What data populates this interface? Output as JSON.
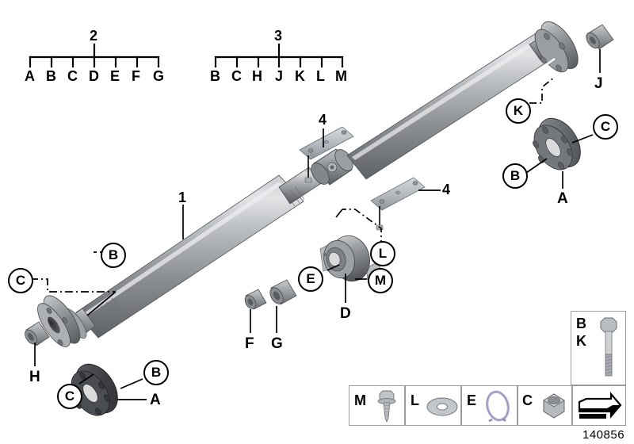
{
  "diagram": {
    "id_number": "140856",
    "assembly_numbers": [
      {
        "key": "1",
        "label": "1"
      },
      {
        "key": "2",
        "label": "2"
      },
      {
        "key": "3",
        "label": "3"
      },
      {
        "key": "4a",
        "label": "4"
      },
      {
        "key": "4b",
        "label": "4"
      }
    ],
    "bracket_groups": [
      {
        "number": "2",
        "letters": [
          "A",
          "B",
          "C",
          "D",
          "E",
          "F",
          "G"
        ]
      },
      {
        "number": "3",
        "letters": [
          "B",
          "C",
          "H",
          "J",
          "K",
          "L",
          "M"
        ]
      }
    ],
    "callout_letters": [
      {
        "id": "h",
        "label": "H",
        "style": "plain"
      },
      {
        "id": "a_bottom",
        "label": "A",
        "style": "plain"
      },
      {
        "id": "a_right",
        "label": "A",
        "style": "plain"
      },
      {
        "id": "j",
        "label": "J",
        "style": "plain"
      },
      {
        "id": "d",
        "label": "D",
        "style": "plain"
      },
      {
        "id": "f",
        "label": "F",
        "style": "plain"
      },
      {
        "id": "g",
        "label": "G",
        "style": "plain"
      }
    ],
    "circled_callouts": [
      {
        "id": "c_left",
        "label": "C"
      },
      {
        "id": "b_left",
        "label": "B"
      },
      {
        "id": "c_bottom",
        "label": "C"
      },
      {
        "id": "b_bottom",
        "label": "B"
      },
      {
        "id": "e_center",
        "label": "E"
      },
      {
        "id": "l_center",
        "label": "L"
      },
      {
        "id": "m_center",
        "label": "M"
      },
      {
        "id": "k_right",
        "label": "K"
      },
      {
        "id": "c_right",
        "label": "C"
      },
      {
        "id": "b_right",
        "label": "B"
      }
    ],
    "legend": {
      "bolt_box": {
        "letters": [
          "B",
          "K"
        ],
        "icon": "hex-bolt-icon"
      },
      "cells": [
        {
          "letter": "M",
          "icon": "flange-screw-icon"
        },
        {
          "letter": "L",
          "icon": "washer-icon"
        },
        {
          "letter": "E",
          "icon": "circlip-icon"
        },
        {
          "letter": "C",
          "icon": "hex-nut-icon"
        }
      ],
      "direction_box": {
        "icon": "arrow-direction-icon"
      }
    },
    "colors": {
      "shaft_light": "#d6d8da",
      "shaft_mid": "#a8abae",
      "shaft_dark": "#6d7073",
      "flexdisc_dark": "#3f4145",
      "flexdisc_mid": "#55585c",
      "bracket_gray": "#b7bcc2",
      "line_black": "#000000",
      "legend_border": "#9a9aa0"
    }
  }
}
